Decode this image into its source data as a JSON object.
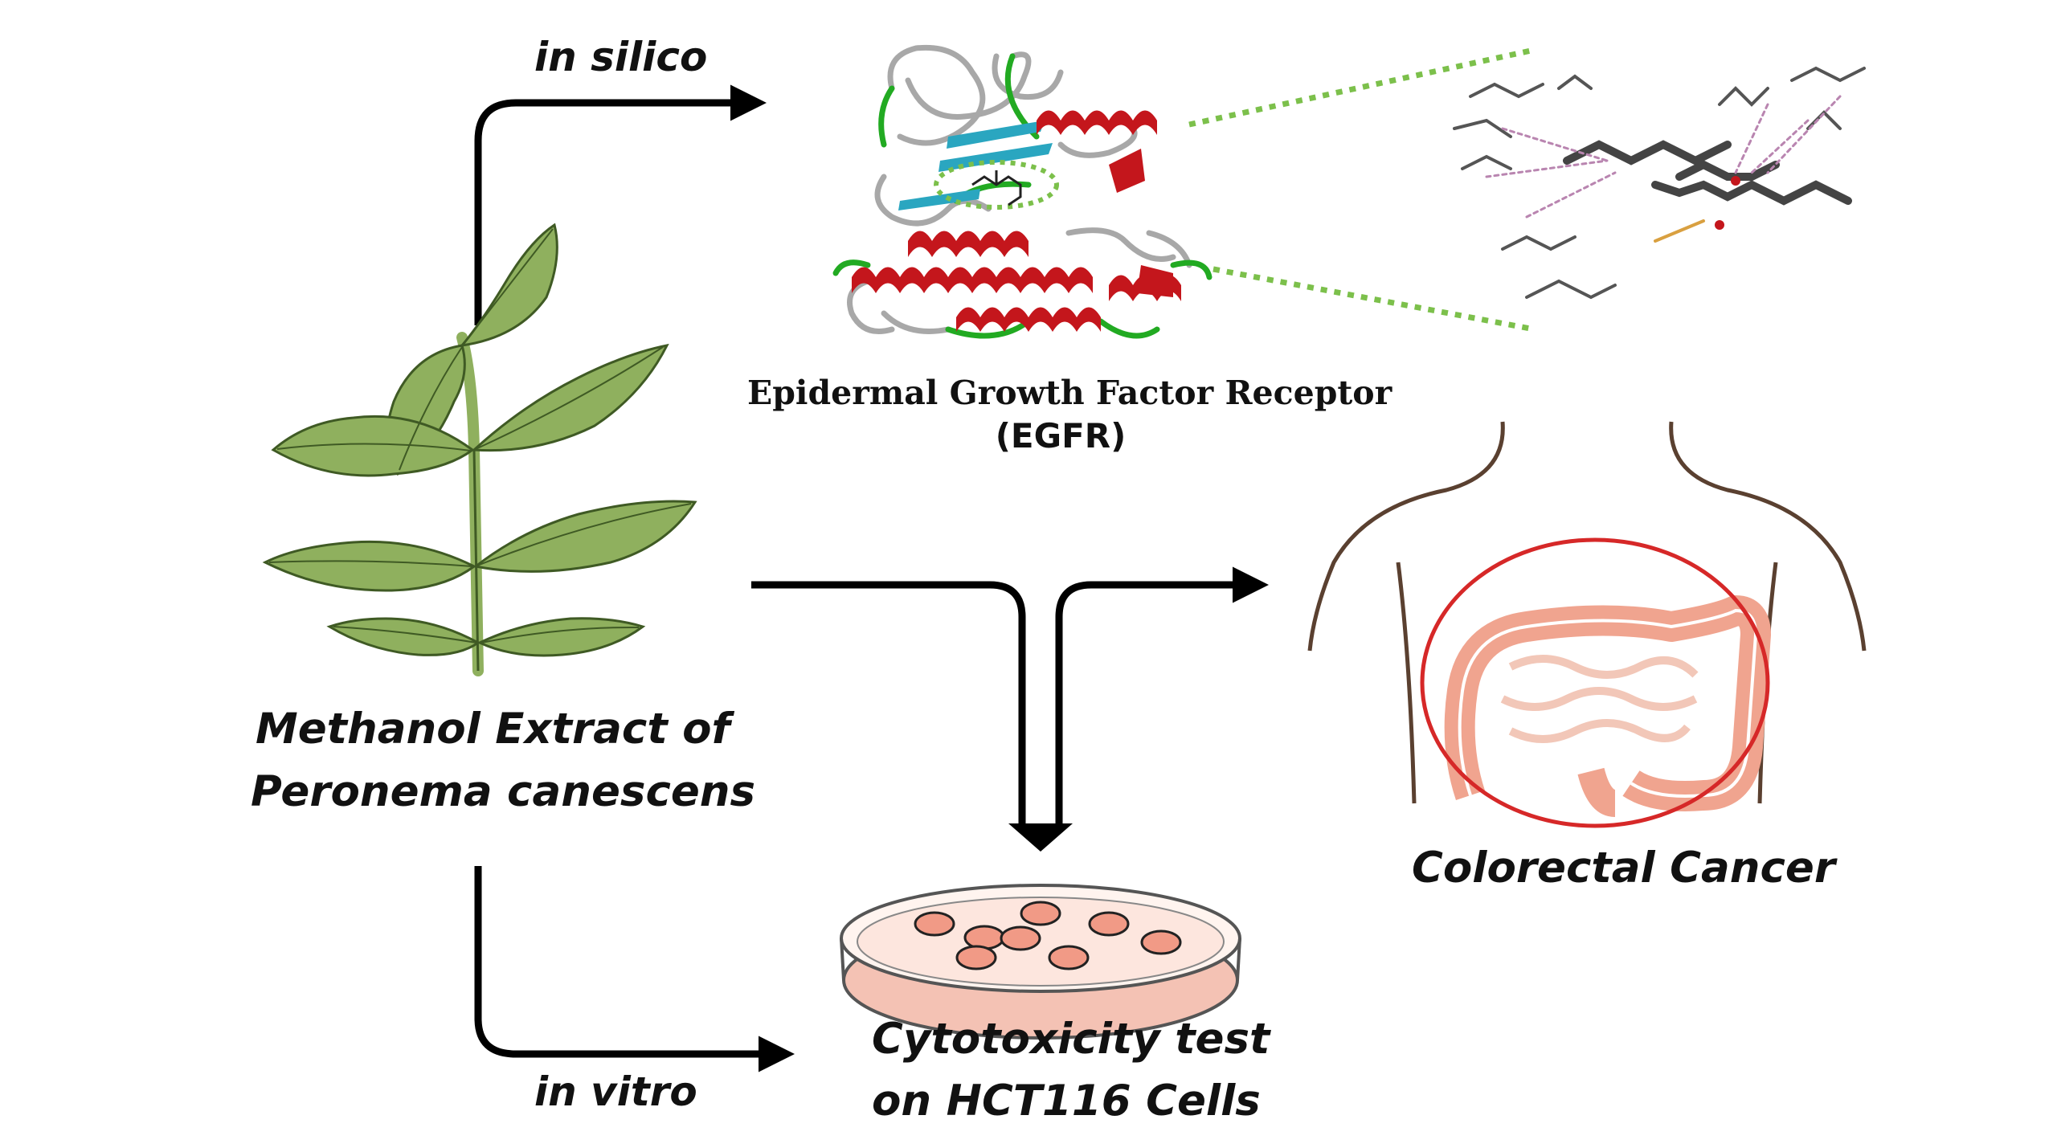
{
  "labels": {
    "in_silico": "in silico",
    "in_vitro": "in vitro",
    "extract_line1": "Methanol Extract of",
    "extract_line2": "Peronema canescens",
    "egfr_title": "Epidermal Growth Factor Receptor",
    "egfr_abbrev": "(EGFR)",
    "cancer": "Colorectal Cancer",
    "cytotox_line1": "Cytotoxicity test",
    "cytotox_line2": "on HCT116 Cells"
  },
  "colors": {
    "arrow": "#000000",
    "leaf": "#8fb05e",
    "leaf_vein": "#3f5a24",
    "helix": "#c4161c",
    "sheet": "#2aa6c0",
    "coil": "#22aa22",
    "loop": "#a8a8a8",
    "dotted_line": "#7cc04b",
    "cancer_circle": "#d62828",
    "intestine": "#f0a48f",
    "body_outline": "#5a4030",
    "petri_media": "#f4c2b4",
    "cell": "#f19a86"
  }
}
